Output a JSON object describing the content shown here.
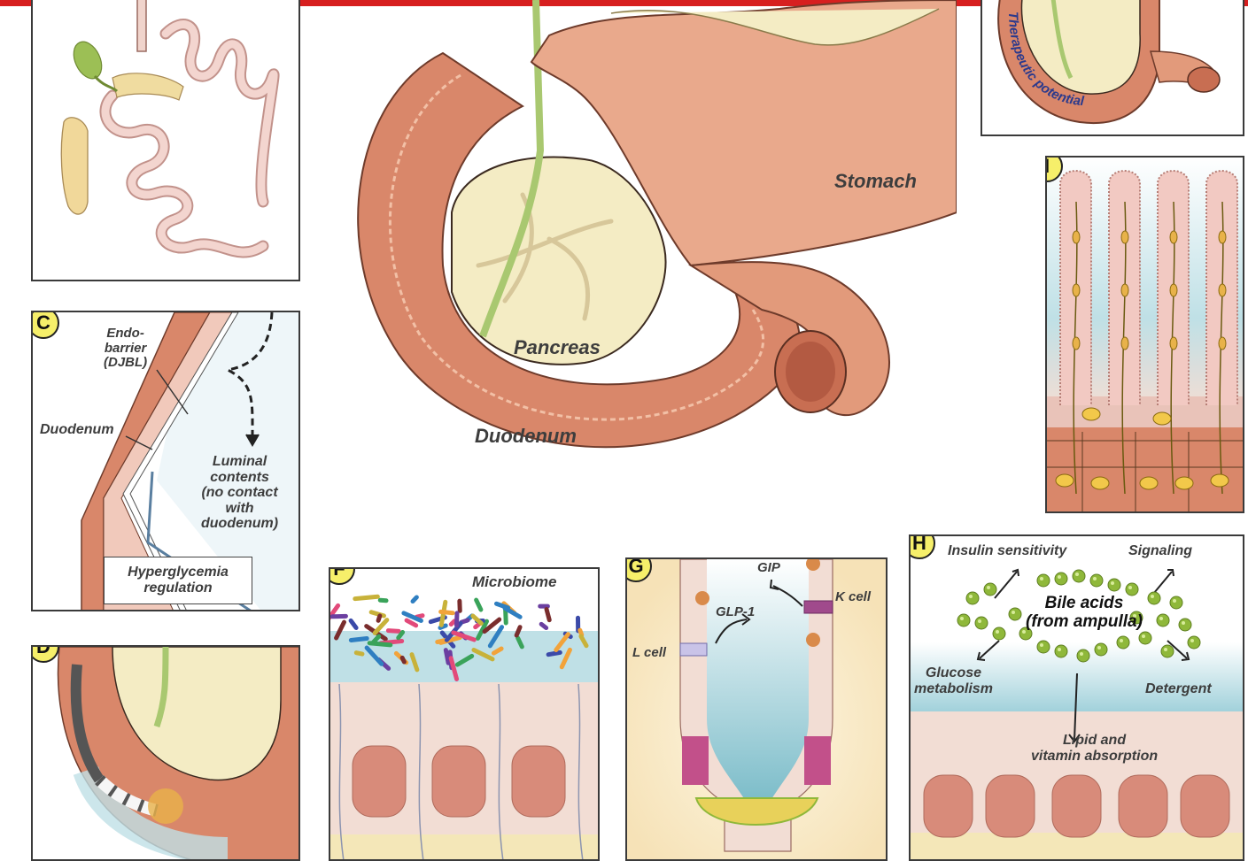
{
  "colors": {
    "tissue_outer": "#d9876a",
    "tissue_inner": "#e9a98c",
    "pancreas": "#f4ecc4",
    "bile_duct": "#a9c870",
    "badge": "#f6ef6a",
    "mucosa": "#f2ddd4",
    "nuclei": "#d88b7a",
    "lumen_blue": "#bfe0e6",
    "bile_acid": "#8fb83a",
    "title_bar": "#d71f1f"
  },
  "panels": {
    "A": {
      "badge": ""
    },
    "center": {
      "stomach_label": "Stomach",
      "pancreas_label": "Pancreas",
      "duodenum_label": "Duodenum"
    },
    "B": {
      "arc_text": "Therapeutic potential"
    },
    "C": {
      "badge": "C",
      "endobarrier_label": "Endo-\nbarrier\n(DJBL)",
      "duodenum_label": "Duodenum",
      "luminal_label": "Luminal\ncontents\n(no contact\nwith\nduodenum)",
      "box_label": "Hyperglycemia\nregulation"
    },
    "D": {
      "badge": "D"
    },
    "F": {
      "badge": "F",
      "microbiome_label": "Microbiome"
    },
    "G": {
      "badge": "G",
      "gip_label": "GIP",
      "kcell_label": "K cell",
      "glp1_label": "GLP-1",
      "lcell_label": "L cell"
    },
    "H": {
      "badge": "H",
      "insulin_label": "Insulin sensitivity",
      "signaling_label": "Signaling",
      "bile_label": "Bile acids\n(from ampulla)",
      "glucose_label": "Glucose\nmetabolism",
      "detergent_label": "Detergent",
      "lipid_label": "Lipid and\nvitamin absorption"
    },
    "I": {
      "badge": "I"
    }
  }
}
